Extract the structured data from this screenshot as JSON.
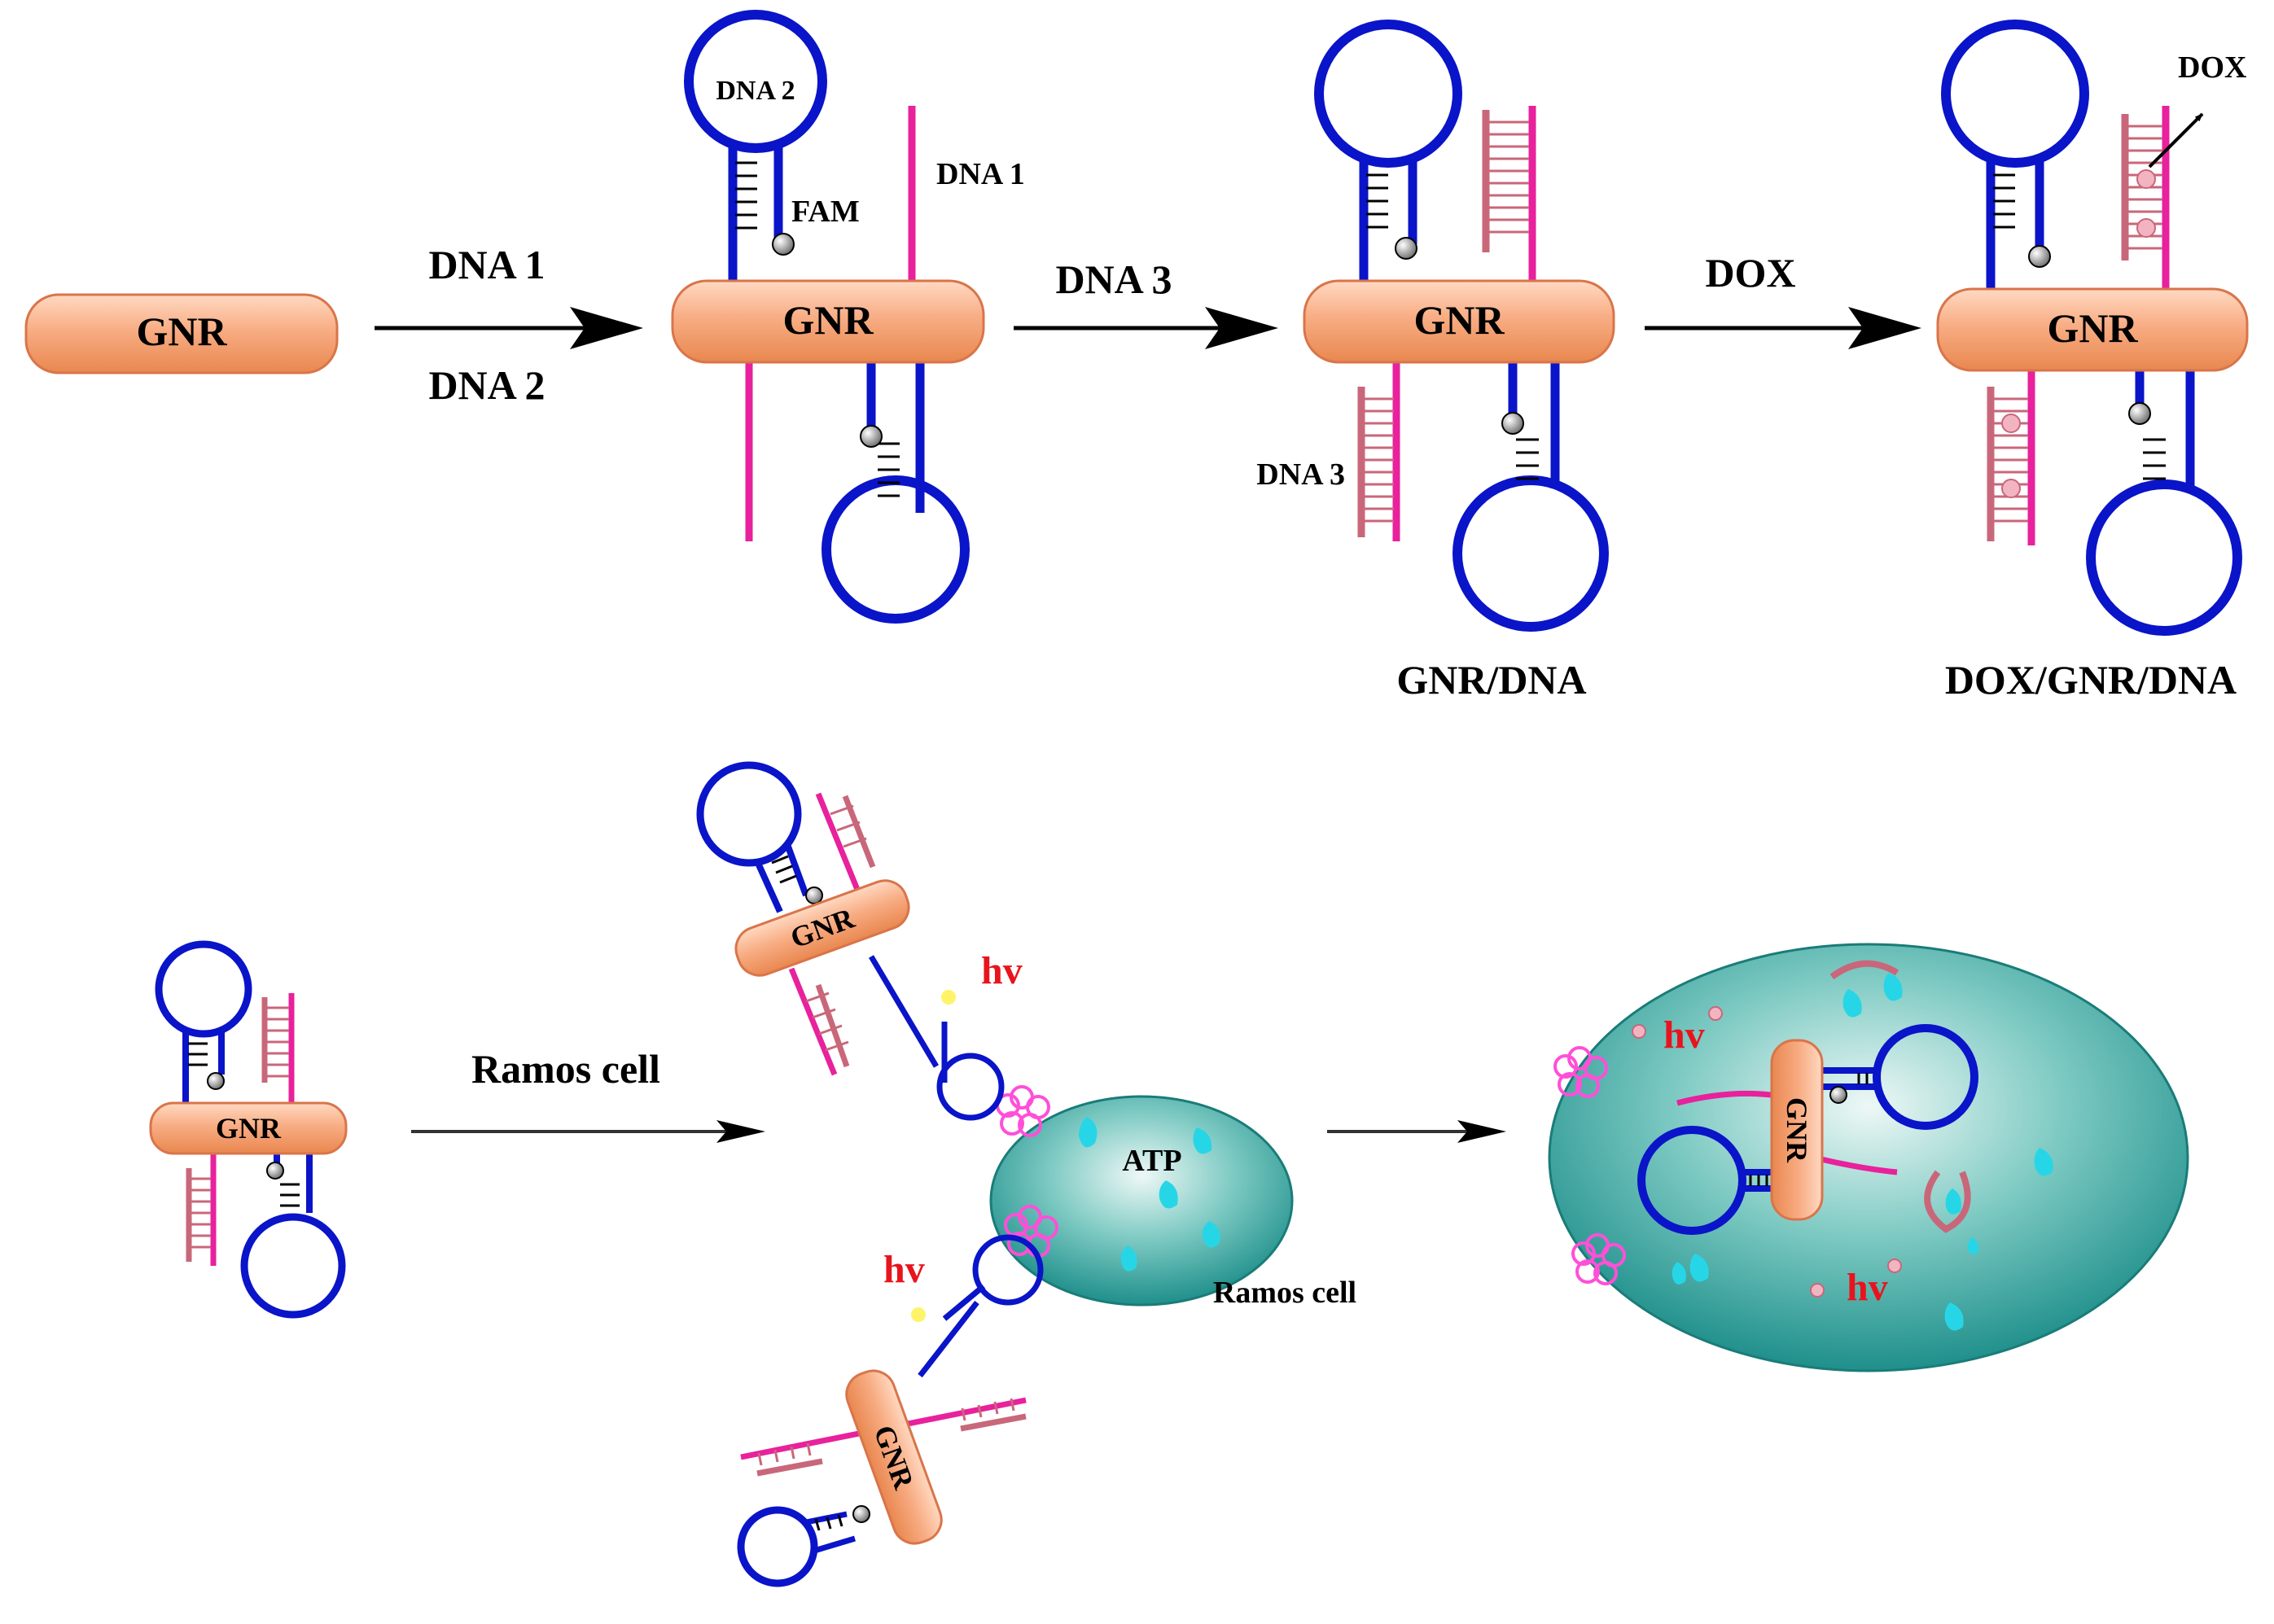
{
  "colors": {
    "loop": "#0a14c8",
    "strand": "#e8219c",
    "duplex": "#c9677a",
    "rod_fill": "#f6a57b",
    "rod_stroke": "#d9754a",
    "cell": "#2aa39e",
    "hv": "#e8141d",
    "atp": "#27d6e6",
    "flower": "#ff4fd8",
    "fam": "#8a8a8a"
  },
  "labels": {
    "gnr": "GNR",
    "dna1": "DNA 1",
    "dna2": "DNA 2",
    "dna3": "DNA 3",
    "dox": "DOX",
    "fam": "FAM",
    "gnr_dna": "GNR/DNA",
    "dox_gnr_dna": "DOX/GNR/DNA",
    "ramos_cell": "Ramos cell",
    "atp": "ATP",
    "hv": "hv"
  }
}
